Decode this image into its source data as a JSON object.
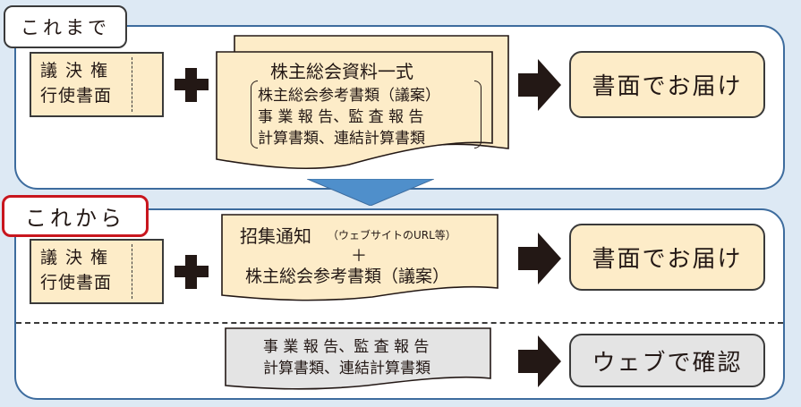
{
  "sections": {
    "before": {
      "label": "これまで",
      "ballot": {
        "line1": "議決権",
        "line2": "行使書面"
      },
      "operator": "plus",
      "document": {
        "title": "株主総会資料一式",
        "items": [
          "株主総会参考書類（議案）",
          "事 業 報 告、監 査 報 告",
          "計算書類、連結計算書類"
        ]
      },
      "arrow": "right-arrow",
      "result": "書面でお届け"
    },
    "after": {
      "label": "これから",
      "ballot": {
        "line1": "議決権",
        "line2": "行使書面"
      },
      "operator": "plus",
      "document": {
        "title": "招集通知",
        "title_note": "（ウェブサイトのURL等）",
        "joiner": "＋",
        "line2": "株主総会参考書類（議案）"
      },
      "arrow": "right-arrow",
      "result": "書面でお届け",
      "web": {
        "document": {
          "line1": "事 業 報 告、監 査 報 告",
          "line2": "計算書類、連結計算書類"
        },
        "arrow": "right-arrow",
        "result": "ウェブで確認"
      }
    }
  },
  "colors": {
    "background": "#dde9f4",
    "panel_border": "#3d6c9e",
    "paper": "#fdecc8",
    "web_paper": "#e4e4e4",
    "highlight_border": "#c8161e",
    "down_arrow": "#4f8fcb",
    "ink": "#231815"
  }
}
